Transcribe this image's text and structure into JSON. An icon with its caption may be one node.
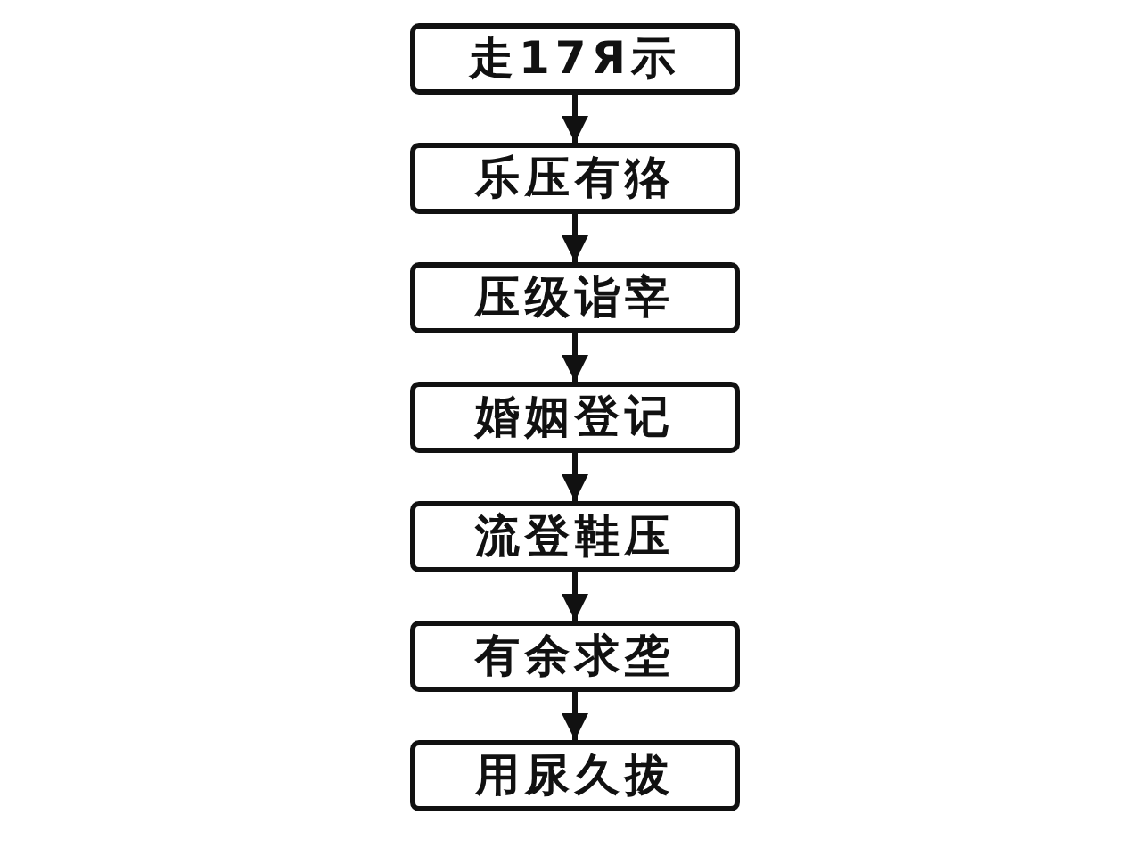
{
  "diagram": {
    "nodes": [
      {
        "text": [
          "走17Я示"
        ]
      },
      {
        "text": [
          "乐压有狢"
        ]
      },
      {
        "text": [
          "压级诣宰"
        ]
      },
      {
        "text": [
          "婚姻登记"
        ]
      },
      {
        "text": [
          "流登鞋压"
        ]
      },
      {
        "text": [
          "有余求垄"
        ]
      },
      {
        "text": [
          "用尿久拔"
        ]
      }
    ],
    "edges": [
      {
        "from": 0,
        "to": 1,
        "arrow": "to"
      },
      {
        "from": 1,
        "to": 2,
        "arrow": "to"
      },
      {
        "from": 2,
        "to": 3,
        "arrow": "to"
      },
      {
        "from": 3,
        "to": 4,
        "arrow": "to"
      },
      {
        "from": 4,
        "to": 5,
        "arrow": "to"
      },
      {
        "from": 5,
        "to": 6,
        "arrow": "to"
      }
    ]
  }
}
